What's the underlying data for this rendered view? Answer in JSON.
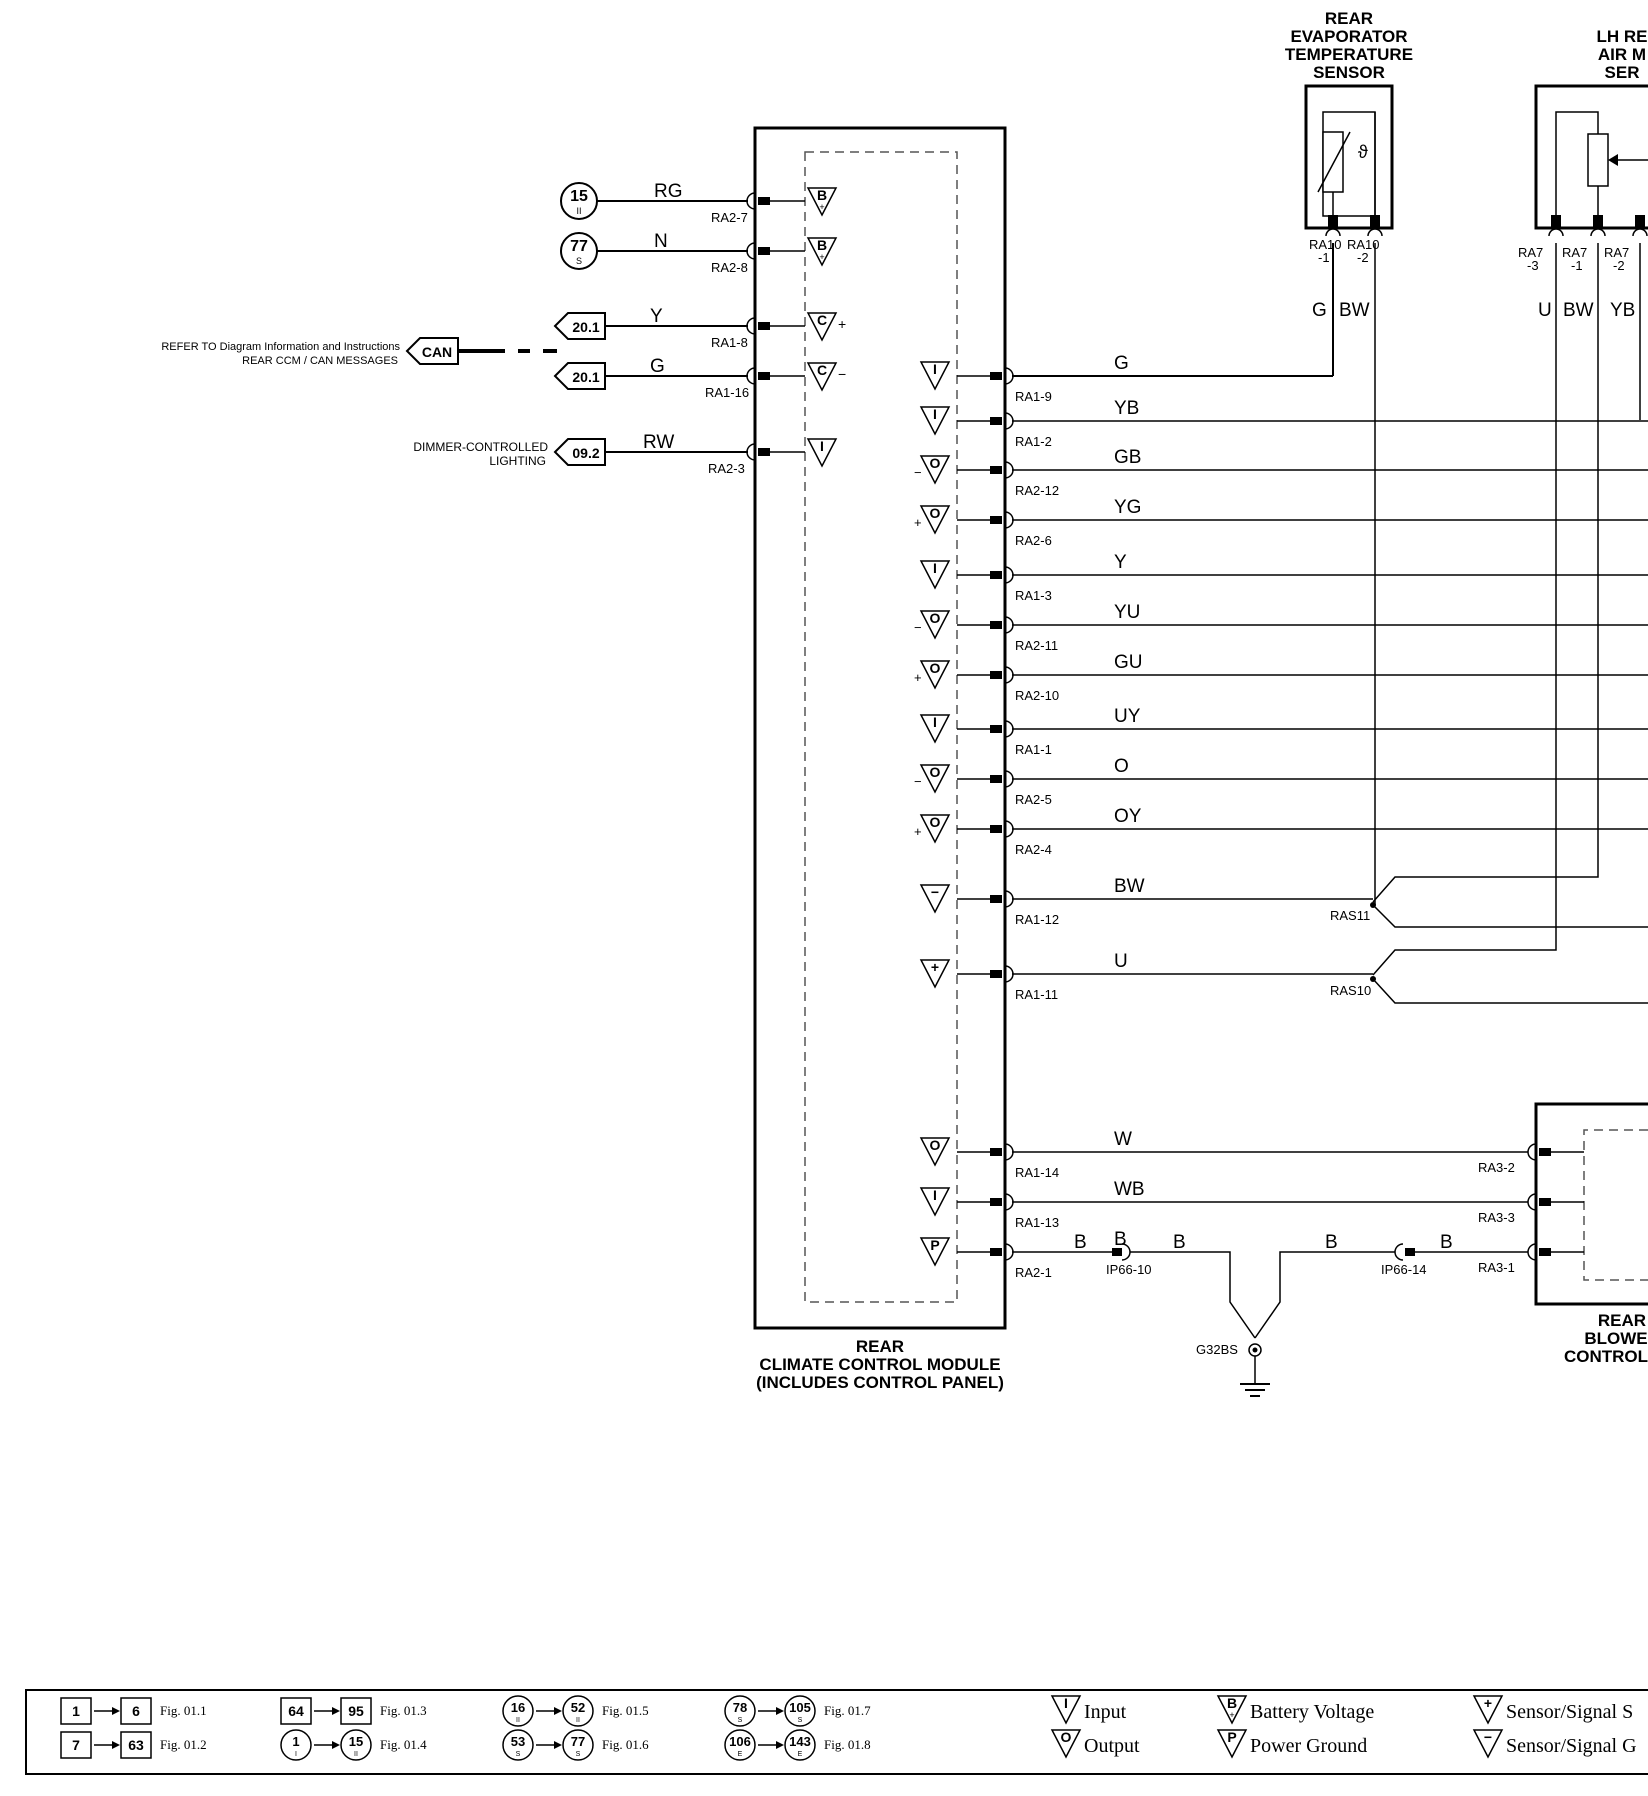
{
  "module": {
    "title_lines": [
      "REAR",
      "CLIMATE CONTROL MODULE",
      "(INCLUDES CONTROL PANEL)"
    ]
  },
  "left_inputs": [
    {
      "ref": "15",
      "ref_sub": "II",
      "color": "RG",
      "pin": "RA2-7",
      "sym": "B+"
    },
    {
      "ref": "77",
      "ref_sub": "S",
      "color": "N",
      "pin": "RA2-8",
      "sym": "B+"
    },
    {
      "ref": "20.1",
      "color": "Y",
      "pin": "RA1-8",
      "sym": "C+"
    },
    {
      "ref": "20.1",
      "color": "G",
      "pin": "RA1-16",
      "sym": "C-"
    },
    {
      "ref": "09.2",
      "color": "RW",
      "pin": "RA2-3",
      "sym": "I"
    }
  ],
  "can": {
    "label": "CAN",
    "note_lines": [
      "REFER TO Diagram Information and Instructions",
      "REAR CCM / CAN MESSAGES"
    ]
  },
  "dimmer": {
    "lines": [
      "DIMMER-CONTROLLED",
      "LIGHTING"
    ]
  },
  "right_pins": [
    {
      "pin": "RA1-9",
      "color": "G",
      "sym": "I"
    },
    {
      "pin": "RA1-2",
      "color": "YB",
      "sym": "I"
    },
    {
      "pin": "RA2-12",
      "color": "GB",
      "sym": "-O"
    },
    {
      "pin": "RA2-6",
      "color": "YG",
      "sym": "+O"
    },
    {
      "pin": "RA1-3",
      "color": "Y",
      "sym": "I"
    },
    {
      "pin": "RA2-11",
      "color": "YU",
      "sym": "-O"
    },
    {
      "pin": "RA2-10",
      "color": "GU",
      "sym": "+O"
    },
    {
      "pin": "RA1-1",
      "color": "UY",
      "sym": "I"
    },
    {
      "pin": "RA2-5",
      "color": "O",
      "sym": "-O"
    },
    {
      "pin": "RA2-4",
      "color": "OY",
      "sym": "+O"
    },
    {
      "pin": "RA1-12",
      "color": "BW",
      "sym": "-"
    },
    {
      "pin": "RA1-11",
      "color": "U",
      "sym": "+"
    },
    {
      "pin": "RA1-14",
      "color": "W",
      "sym": "O"
    },
    {
      "pin": "RA1-13",
      "color": "WB",
      "sym": "I"
    },
    {
      "pin": "RA2-1",
      "color": "B",
      "sym": "P"
    }
  ],
  "splices": {
    "ras11": "RAS11",
    "ras10": "RAS10"
  },
  "evap_sensor": {
    "title_lines": [
      "REAR",
      "EVAPORATOR",
      "TEMPERATURE",
      "SENSOR"
    ],
    "pin1": [
      "RA10",
      "-1"
    ],
    "pin2": [
      "RA10",
      "-2"
    ],
    "wire1": "G",
    "wire2": "BW"
  },
  "lh_sensor": {
    "title_lines": [
      "LH RE",
      "AIR M",
      "SER"
    ],
    "pins": [
      [
        "RA7",
        "-3"
      ],
      [
        "RA7",
        "-1"
      ],
      [
        "RA7",
        "-2"
      ]
    ],
    "wires": [
      "U",
      "BW",
      "YB"
    ]
  },
  "blower": {
    "title_lines": [
      "REAR",
      "BLOWE",
      "CONTROL"
    ],
    "pins": [
      "RA3-2",
      "RA3-3",
      "RA3-1"
    ]
  },
  "ground": {
    "ip1": "IP66-10",
    "ip2": "IP66-14",
    "g": "G32BS",
    "wire_colors": [
      "B",
      "B",
      "B",
      "B"
    ]
  },
  "legend": {
    "figs": [
      {
        "a": "1",
        "b": "6",
        "fig": "Fig. 01.1"
      },
      {
        "a": "7",
        "b": "63",
        "fig": "Fig. 01.2"
      },
      {
        "a": "64",
        "b": "95",
        "fig": "Fig. 01.3"
      },
      {
        "a": "1",
        "as": "I",
        "b": "15",
        "bs": "II",
        "fig": "Fig. 01.4"
      },
      {
        "a": "16",
        "as": "II",
        "b": "52",
        "bs": "II",
        "fig": "Fig. 01.5"
      },
      {
        "a": "53",
        "as": "S",
        "b": "77",
        "bs": "S",
        "fig": "Fig. 01.6"
      },
      {
        "a": "78",
        "as": "S",
        "b": "105",
        "bs": "S",
        "fig": "Fig. 01.7"
      },
      {
        "a": "106",
        "as": "E",
        "b": "143",
        "bs": "E",
        "fig": "Fig. 01.8"
      }
    ],
    "symbols": [
      {
        "sym": "I",
        "text": "Input"
      },
      {
        "sym": "O",
        "text": "Output"
      },
      {
        "sym": "B+",
        "text": "Battery Voltage"
      },
      {
        "sym": "P",
        "text": "Power Ground"
      },
      {
        "sym": "+",
        "text": "Sensor/Signal S"
      },
      {
        "sym": "-",
        "text": "Sensor/Signal G"
      }
    ]
  }
}
